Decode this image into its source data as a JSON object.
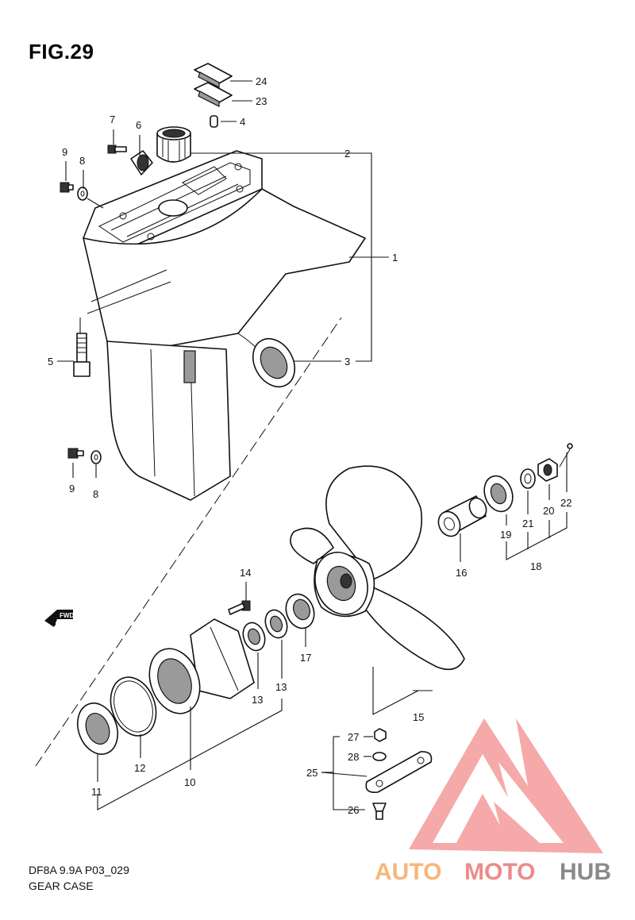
{
  "figure": {
    "title": "FIG.29",
    "code": "DF8A 9.9A P03_029",
    "name": "GEAR CASE"
  },
  "callouts": {
    "c1": "1",
    "c2": "2",
    "c3": "3",
    "c4": "4",
    "c5": "5",
    "c6": "6",
    "c7": "7",
    "c8a": "8",
    "c8b": "8",
    "c9a": "9",
    "c9b": "9",
    "c10": "10",
    "c11": "11",
    "c12": "12",
    "c13a": "13",
    "c13b": "13",
    "c14": "14",
    "c15": "15",
    "c16": "16",
    "c17": "17",
    "c18": "18",
    "c19": "19",
    "c20": "20",
    "c21": "21",
    "c22": "22",
    "c23": "23",
    "c24": "24",
    "c25": "25",
    "c26": "26",
    "c27": "27",
    "c28": "28"
  },
  "direction_marker": "FWD",
  "watermark": {
    "part1": "AUTO",
    "part2": "MOTO",
    "part3": "HUB",
    "color_orange": "#f6b77a",
    "color_red": "#ee8a8a",
    "color_gray": "#8a8a8a",
    "logo_color": "#f08f8f"
  }
}
